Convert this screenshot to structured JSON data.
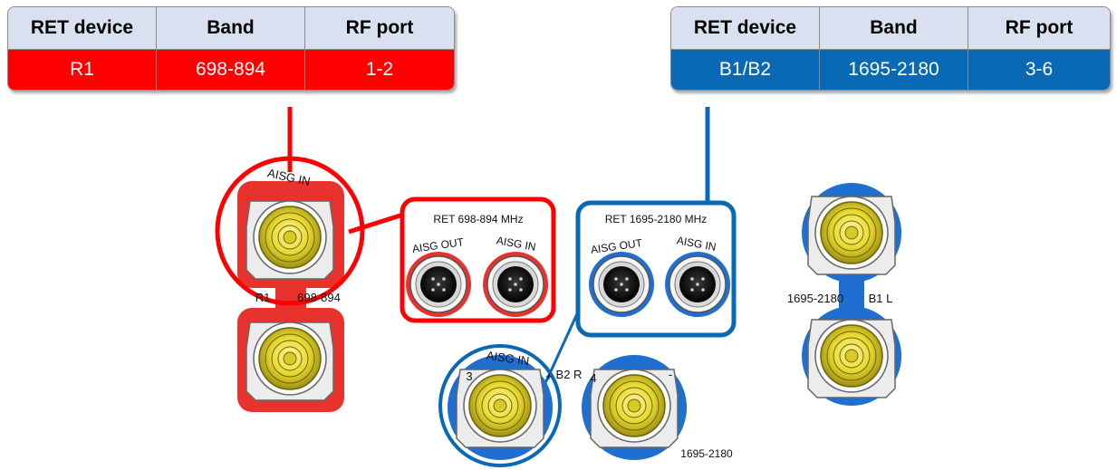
{
  "tables": [
    {
      "headers": [
        "RET device",
        "Band",
        "RF port"
      ],
      "row": [
        "R1",
        "698-894",
        "1-2"
      ],
      "color": "#ff0000"
    },
    {
      "headers": [
        "RET device",
        "Band",
        "RF port"
      ],
      "row": [
        "B1/B2",
        "1695-2180",
        "3-6"
      ],
      "color": "#0a69b5"
    }
  ],
  "diagram": {
    "aisg_in_label": "AISG IN",
    "aisg_out_label": "AISG OUT",
    "r1_label": "R1",
    "r1_band": "698-894",
    "ret_red_title": "RET 698-894 MHz",
    "ret_blue_title": "RET 1695-2180 MHz",
    "blue_band_left": "1695-2180",
    "b1l_label": "B1 L",
    "b2r_label": "B2 R",
    "blue_band_bottom": "1695-2180",
    "port3": "3",
    "port4": "4",
    "plus": "+",
    "minus": "-"
  },
  "colors": {
    "red": "#ff0000",
    "blue": "#0a69b5",
    "connector": "#f2e542"
  }
}
